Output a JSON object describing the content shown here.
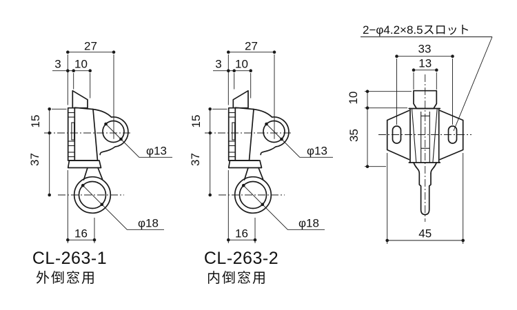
{
  "drawing": {
    "background": "#ffffff",
    "line_color": "#1a1a1a",
    "figures": [
      {
        "id": "cl-263-1",
        "model": "CL-263-1",
        "usage": "外倒窓用",
        "dims": {
          "total_width": "27",
          "plate_offset": "3",
          "tab_width": "10",
          "upper_height": "15",
          "lower_height": "37",
          "ring_offset": "16",
          "hole_small": "φ13",
          "hole_large": "φ18"
        }
      },
      {
        "id": "cl-263-2",
        "model": "CL-263-2",
        "usage": "内倒窓用",
        "dims": {
          "total_width": "27",
          "plate_offset": "3",
          "tab_width": "10",
          "upper_height": "15",
          "lower_height": "37",
          "ring_offset": "16",
          "hole_small": "φ13",
          "hole_large": "φ18"
        }
      },
      {
        "id": "striker",
        "annotation": "2−φ4.2×8.5スロット",
        "dims": {
          "slot_pitch": "33",
          "stem_width": "13",
          "cap_height": "10",
          "body_height": "35",
          "total_width": "45"
        }
      }
    ]
  }
}
